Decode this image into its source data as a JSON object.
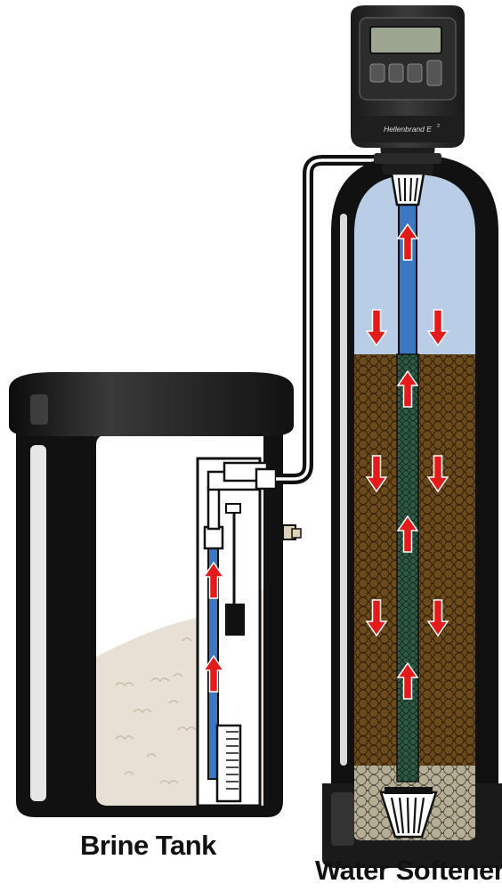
{
  "labels": {
    "brine_tank": "Brine Tank",
    "water_softener": "Water Softener"
  },
  "control_head": {
    "brand": "Hellenbrand E"
  },
  "colors": {
    "tank_shell": "#111111",
    "water": "#b9cde6",
    "resin": "#4f3414",
    "riser_tube": "#3c78c2",
    "flow_arrow": "#e31b1b",
    "salt": "#e8e0d4"
  },
  "icons": [
    "red-flow-arrow",
    "control-valve",
    "distributor-basket",
    "brine-float"
  ]
}
